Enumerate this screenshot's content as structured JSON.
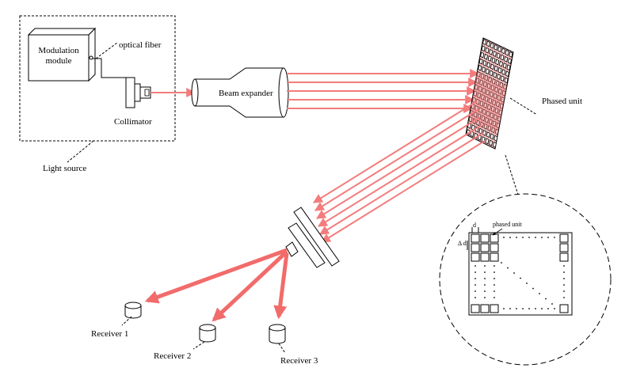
{
  "labels": {
    "modulation_line1": "Modulation",
    "modulation_line2": "module",
    "optical_fiber": "optical fiber",
    "collimator": "Collimator",
    "beam_expander": "Beam expander",
    "light_source": "Light source",
    "phased_unit": "Phased unit",
    "detail_d": "d",
    "detail_delta_d": "Δ d",
    "detail_phased_unit": "phased unit",
    "receiver1": "Receiver 1",
    "receiver2": "Receiver 2",
    "receiver3": "Receiver 3"
  },
  "colors": {
    "beam": "#f47c7c",
    "beam_thick": "#f26b6b",
    "array_fill": "#f5a0a0",
    "stroke": "#000000"
  }
}
